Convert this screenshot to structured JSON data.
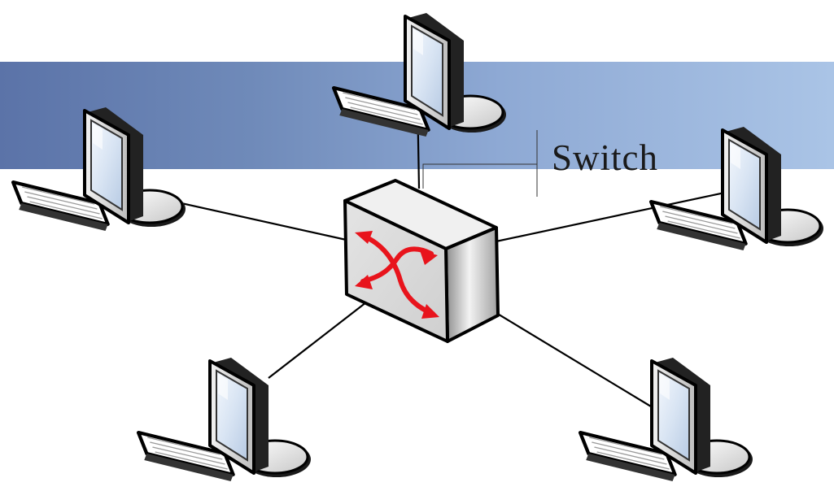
{
  "diagram": {
    "switch_label": "Switch",
    "center_device": "switch-icon",
    "nodes": [
      {
        "id": "computer-top",
        "icon": "computer-icon"
      },
      {
        "id": "computer-left",
        "icon": "computer-icon"
      },
      {
        "id": "computer-right",
        "icon": "computer-icon"
      },
      {
        "id": "computer-bottom-left",
        "icon": "computer-icon"
      },
      {
        "id": "computer-bottom-right",
        "icon": "computer-icon"
      }
    ],
    "colors": {
      "banner_start": "#5b73a8",
      "banner_end": "#aac4e6",
      "arrow": "#e8141c",
      "screen": "#c9d8ec"
    }
  }
}
